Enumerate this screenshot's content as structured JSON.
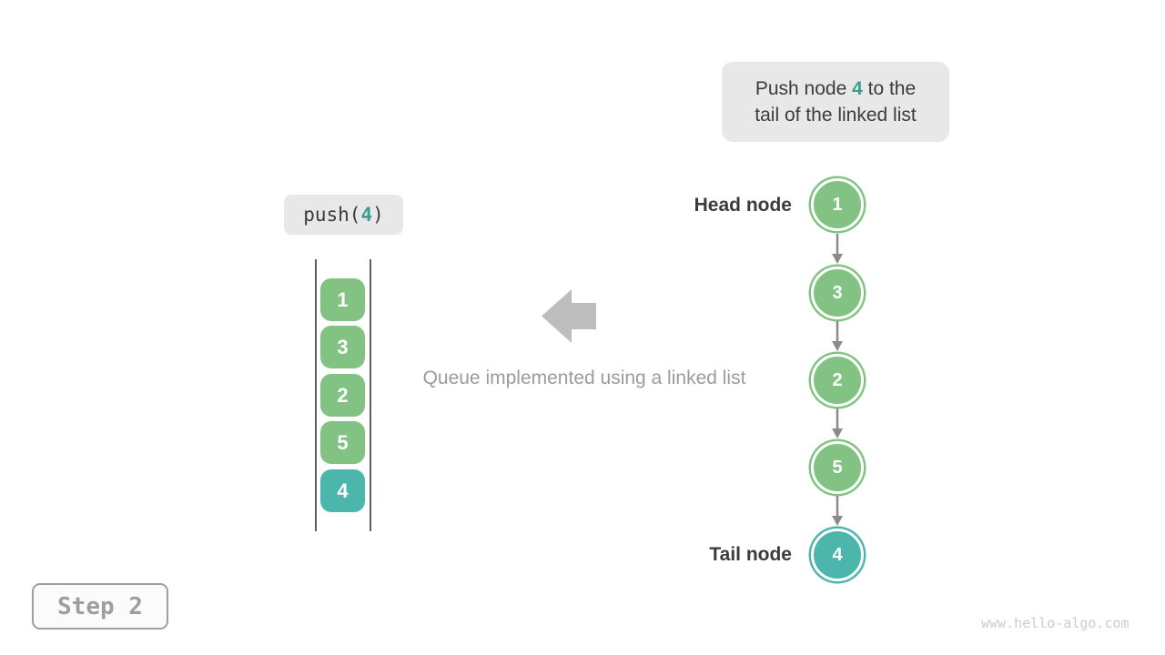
{
  "annotation": {
    "line1_prefix": "Push node ",
    "highlight": "4",
    "line1_suffix": " to the",
    "line2": "tail of the linked list"
  },
  "operation": {
    "prefix": "push(",
    "arg": "4",
    "suffix": ")"
  },
  "queue_stack": {
    "items": [
      {
        "value": "1",
        "color": "#82c383"
      },
      {
        "value": "3",
        "color": "#82c383"
      },
      {
        "value": "2",
        "color": "#82c383"
      },
      {
        "value": "5",
        "color": "#82c383"
      },
      {
        "value": "4",
        "color": "#4db6ac"
      }
    ]
  },
  "caption": {
    "text": "Queue implemented using a linked list"
  },
  "linked_list": {
    "head_label": "Head node",
    "tail_label": "Tail node",
    "nodes": [
      {
        "value": "1",
        "color": "#82c383"
      },
      {
        "value": "3",
        "color": "#82c383"
      },
      {
        "value": "2",
        "color": "#82c383"
      },
      {
        "value": "5",
        "color": "#82c383"
      },
      {
        "value": "4",
        "color": "#4db6ac"
      }
    ]
  },
  "step": {
    "label": "Step 2"
  },
  "watermark": {
    "text": "www.hello-algo.com"
  },
  "colors": {
    "accent_teal_text": "#399e8e",
    "node_green": "#82c383",
    "node_teal": "#4db6ac",
    "box_background": "#e8e8e8",
    "dark_text": "#3b3b3b",
    "gray_text": "#9b9b9b",
    "list_arrow_gray": "#8a8a8a",
    "block_arrow_gray": "#bdbdbd"
  }
}
